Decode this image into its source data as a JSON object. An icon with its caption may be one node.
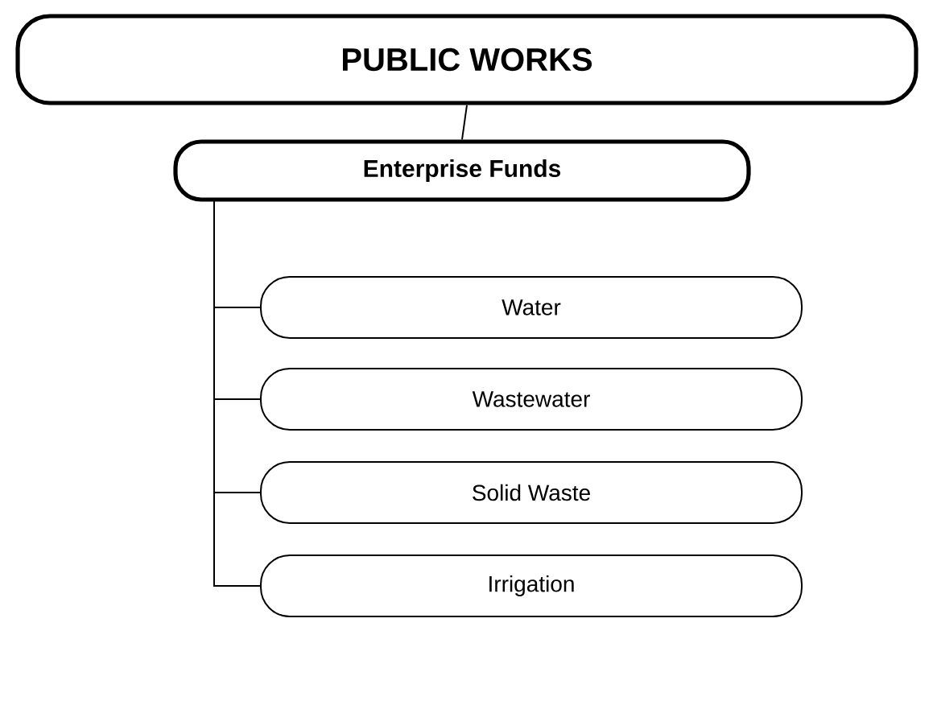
{
  "diagram": {
    "nodes": [
      {
        "text": [
          "PUBLIC WORKS"
        ]
      },
      {
        "text": [
          "Enterprise Funds"
        ]
      },
      {
        "text": [
          "Water"
        ]
      },
      {
        "text": [
          "Wastewater"
        ]
      },
      {
        "text": [
          "Solid Waste"
        ]
      },
      {
        "text": [
          "Irrigation"
        ]
      }
    ],
    "edges": [
      {
        "from": 0,
        "to": 1,
        "arrow": "none"
      },
      {
        "from": 1,
        "to": 2,
        "arrow": "none"
      },
      {
        "from": 1,
        "to": 3,
        "arrow": "none"
      },
      {
        "from": 1,
        "to": 4,
        "arrow": "none"
      },
      {
        "from": 1,
        "to": 5,
        "arrow": "none"
      }
    ]
  }
}
